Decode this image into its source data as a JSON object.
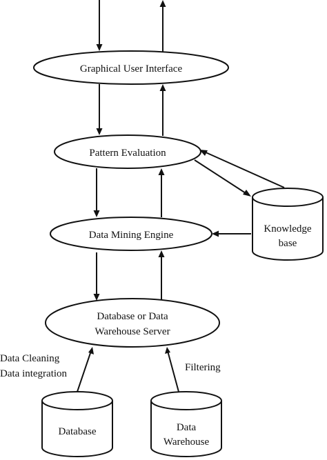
{
  "diagram": {
    "nodes": {
      "gui": {
        "lines": [
          "Graphical User Interface"
        ]
      },
      "pattern_eval": {
        "lines": [
          "Pattern Evaluation"
        ]
      },
      "mining_engine": {
        "lines": [
          "Data Mining Engine"
        ]
      },
      "db_server": {
        "lines": [
          "Database or Data",
          "Warehouse Server"
        ]
      },
      "knowledge_base": {
        "lines": [
          "Knowledge",
          "base"
        ]
      },
      "database": {
        "lines": [
          "Database"
        ]
      },
      "data_warehouse": {
        "lines": [
          "Data",
          "Warehouse"
        ]
      }
    },
    "edge_labels": {
      "cleaning": [
        "Data Cleaning",
        "Data integration"
      ],
      "filtering": [
        "Filtering"
      ]
    }
  }
}
